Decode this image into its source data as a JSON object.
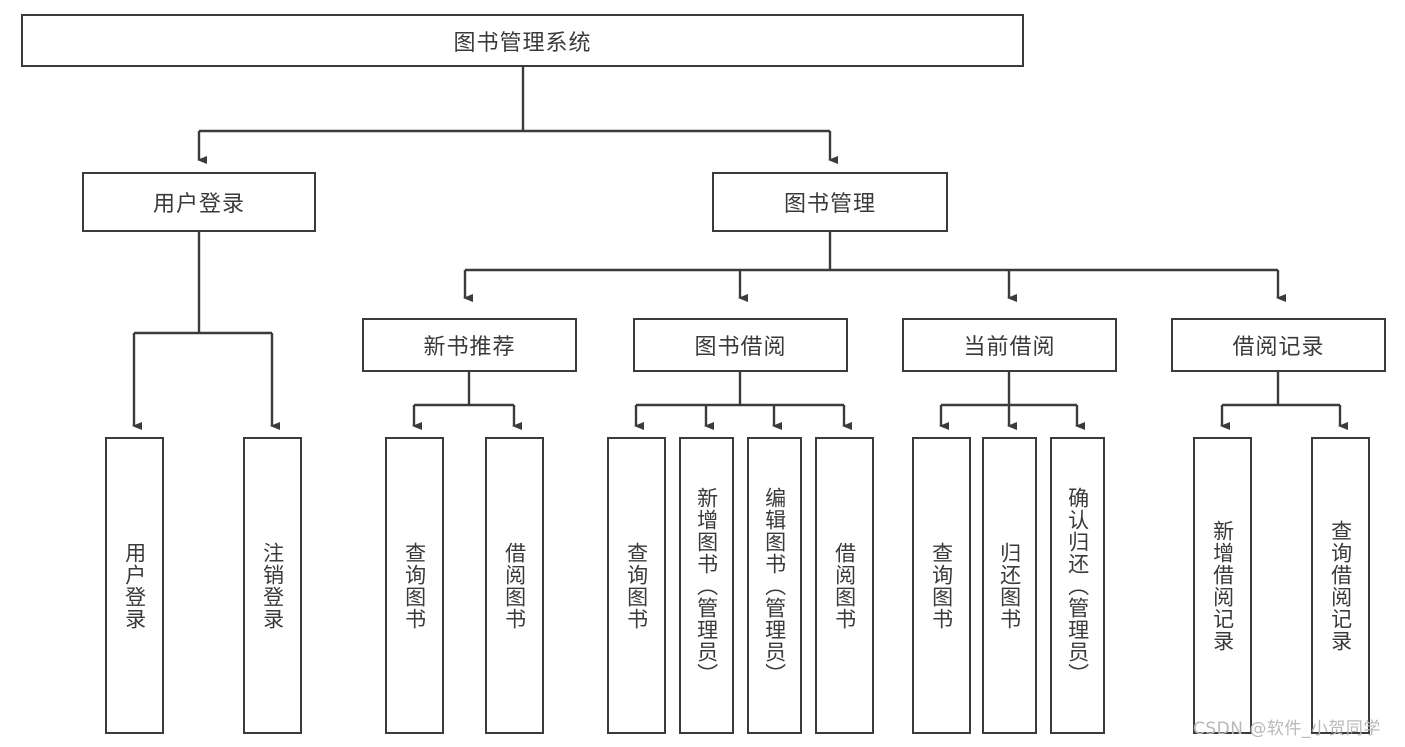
{
  "diagram": {
    "title": "图书管理系统",
    "type": "tree-hierarchy-chart",
    "watermark": "CSDN @软件_小贺同学",
    "stroke_color": "#3b3b3b",
    "text_color": "#3a3a3a",
    "background_color": "#ffffff"
  },
  "root": {
    "label": "图书管理系统"
  },
  "level2": [
    {
      "label": "用户登录"
    },
    {
      "label": "图书管理"
    }
  ],
  "level3": [
    {
      "label": "新书推荐"
    },
    {
      "label": "图书借阅"
    },
    {
      "label": "当前借阅"
    },
    {
      "label": "借阅记录"
    }
  ],
  "leaves": {
    "user_login": [
      {
        "label": "用户登录"
      },
      {
        "label": "注销登录"
      }
    ],
    "new_book_recommend": [
      {
        "label": "查询图书"
      },
      {
        "label": "借阅图书"
      }
    ],
    "book_borrow": [
      {
        "label": "查询图书"
      },
      {
        "label": "新增图书（管理员）"
      },
      {
        "label": "编辑图书（管理员）"
      },
      {
        "label": "借阅图书"
      }
    ],
    "current_borrow": [
      {
        "label": "查询图书"
      },
      {
        "label": "归还图书"
      },
      {
        "label": "确认归还（管理员）"
      }
    ],
    "borrow_records": [
      {
        "label": "新增借阅记录"
      },
      {
        "label": "查询借阅记录"
      }
    ]
  }
}
